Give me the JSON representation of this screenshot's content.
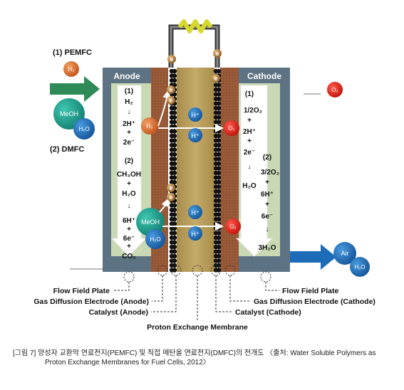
{
  "figure": {
    "pemfc_label": "(1) PEMFC",
    "dmfc_label": "(2) DMFC",
    "anode_header": "Anode",
    "cathode_header": "Cathode",
    "h2": "H₂",
    "meoh": "MeOH",
    "h2o": "H₂O",
    "o2": "O₂",
    "air": "Air",
    "electron": "e",
    "proton": "H⁺",
    "anode_steps": {
      "n1": "(1)",
      "h2": "H₂",
      "two_h_plus": "2H⁺",
      "plus": "+",
      "two_e": "2e⁻",
      "n2": "(2)",
      "ch3oh": "CH₃OH",
      "h2o": "H₂O",
      "six_h_plus": "6H⁺",
      "six_e": "6e⁻",
      "co2": "CO₂"
    },
    "cathode_steps": {
      "n1": "(1)",
      "half_o2": "1/2O₂",
      "two_h_plus": "2H⁺",
      "plus": "+",
      "two_e": "2e⁻",
      "h2o": "H₂O",
      "n2": "(2)",
      "three_half_o2": "3/2O₂",
      "six_h_plus": "6H⁺",
      "six_e": "6e⁻",
      "three_h2o": "3H₂O"
    },
    "labels": {
      "flow_field_left": "Flow Field Plate",
      "gde_anode": "Gas Diffusion Electrode (Anode)",
      "catalyst_anode": "Catalyst (Anode)",
      "pem": "Proton Exchange Membrane",
      "flow_field_right": "Flow Field Plate",
      "gde_cathode": "Gas Diffusion Electrode (Cathode)",
      "catalyst_cathode": "Catalyst (Cathode)"
    }
  },
  "caption": {
    "line1": "[그림 7] 양성자 교환막 연료전지(PEMFC) 및 직접 메탄올 연료전지(DMFC)의 전개도 〈출처: Water Soluble Polymers as",
    "line2": "Proton Exchange Membranes for Fuel Cells, 2012〉"
  },
  "colors": {
    "plate": "#5d7384",
    "channel": "#c8d9b4",
    "gde": "#9a5b39",
    "membrane": "#b49a57",
    "catalyst": "#111111",
    "hydrogen": "#d0692c",
    "oxygen": "#e2231a",
    "methanol": "#1f9e8c",
    "water": "#1e6bb8",
    "arrow_green": "#2e8b57",
    "arrow_blue": "#1e6bb8"
  }
}
